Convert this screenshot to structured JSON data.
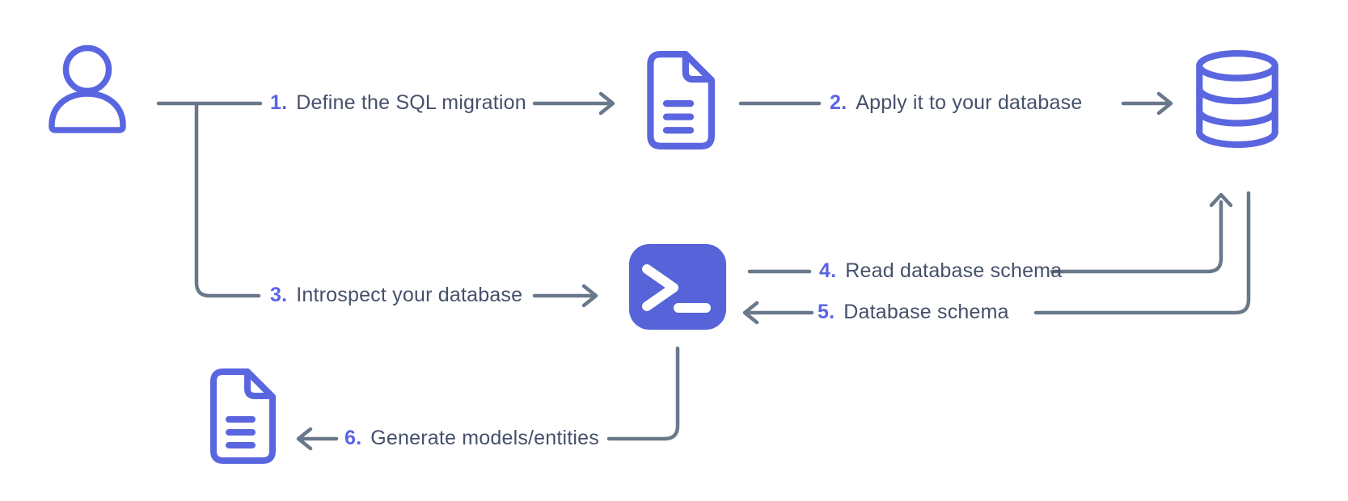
{
  "diagram_type": "workflow",
  "steps": [
    {
      "number": "1.",
      "label": "Define the SQL migration"
    },
    {
      "number": "2.",
      "label": "Apply it to your database"
    },
    {
      "number": "3.",
      "label": "Introspect your database"
    },
    {
      "number": "4.",
      "label": "Read database schema"
    },
    {
      "number": "5.",
      "label": "Database schema"
    },
    {
      "number": "6.",
      "label": "Generate models/entities"
    }
  ],
  "nodes": {
    "user": "person",
    "migration_file": "sql migration document",
    "database": "database cylinder",
    "cli": "terminal / command line tool",
    "models_file": "generated models/entities document"
  },
  "colors": {
    "accent_icon_stroke": "#5a66e0",
    "terminal_fill": "#5663d9",
    "connector_gray": "#69788a",
    "label_text": "#45506a",
    "step_number": "#5a64e6",
    "background": "#ffffff"
  }
}
